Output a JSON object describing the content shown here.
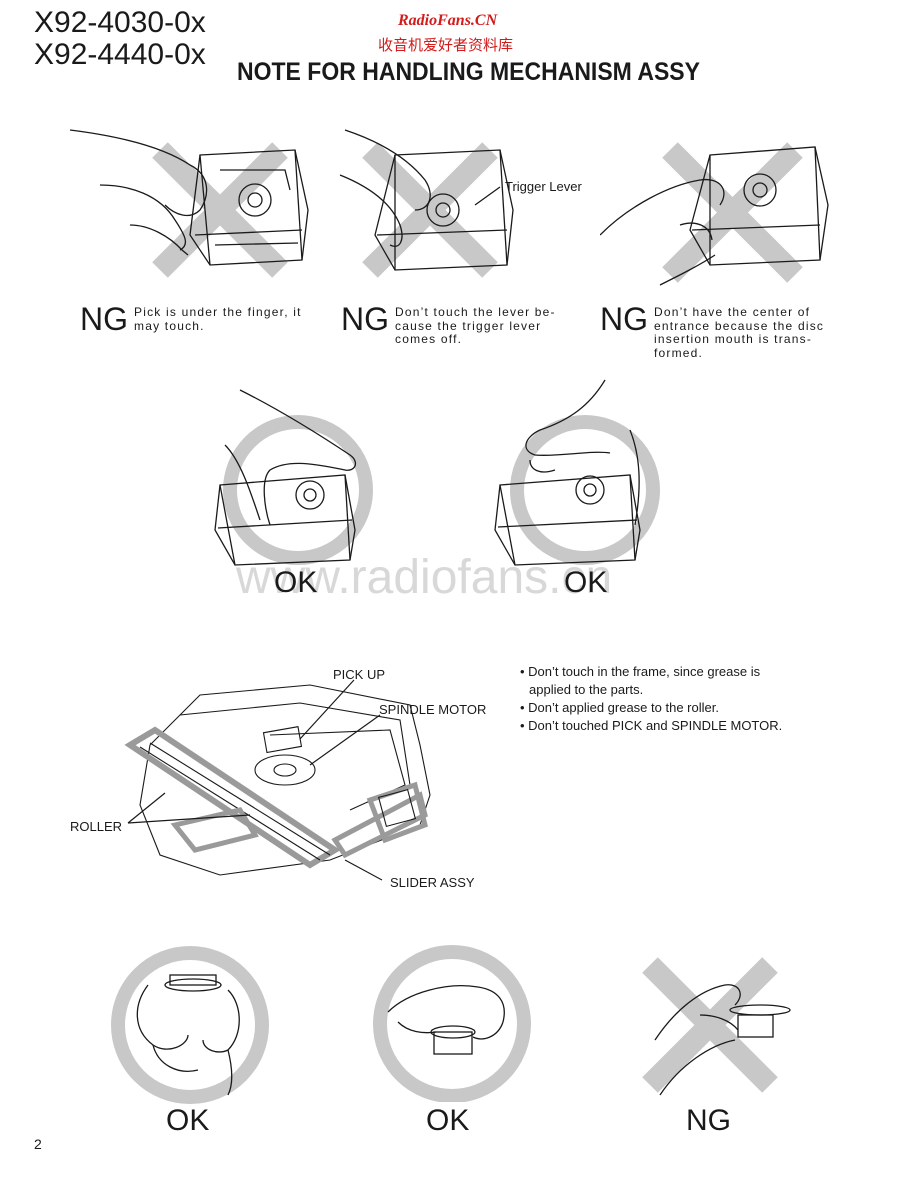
{
  "header": {
    "model_1": "X92-4030-0x",
    "model_2": "X92-4440-0x",
    "site_name": "RadioFans.CN",
    "site_subtitle": "收音机爱好者资料库",
    "title": "NOTE FOR HANDLING MECHANISM ASSY"
  },
  "ng_row": {
    "items": [
      {
        "label": "NG",
        "text_lines": [
          "Pick is under the finger, it",
          "may touch."
        ]
      },
      {
        "label": "NG",
        "text_lines": [
          "Don’t touch the lever be-",
          "cause the trigger lever",
          "comes off."
        ],
        "callout": "Trigger Lever"
      },
      {
        "label": "NG",
        "text_lines": [
          "Don’t have the center of",
          "entrance because the disc",
          "insertion mouth is trans-",
          "formed."
        ]
      }
    ]
  },
  "ok_row": {
    "items": [
      {
        "label": "OK"
      },
      {
        "label": "OK"
      }
    ]
  },
  "watermark": "www.radiofans.cn",
  "parts_diagram": {
    "pick_up": "PICK UP",
    "spindle_motor": "SPINDLE MOTOR",
    "roller": "ROLLER",
    "slider_assy": "SLIDER ASSY"
  },
  "notes": [
    "• Don’t touch in the frame, since grease is",
    "applied to the parts.",
    "• Don’t applied grease to the roller.",
    "• Don’t touched PICK and SPINDLE MOTOR."
  ],
  "motor_row": {
    "items": [
      {
        "label": "OK"
      },
      {
        "label": "OK"
      },
      {
        "label": "NG"
      }
    ]
  },
  "page_number": "2",
  "colors": {
    "mark_gray": "#c8c8c8",
    "site_red": "#d21c1c",
    "ink": "#1a1a1a"
  }
}
